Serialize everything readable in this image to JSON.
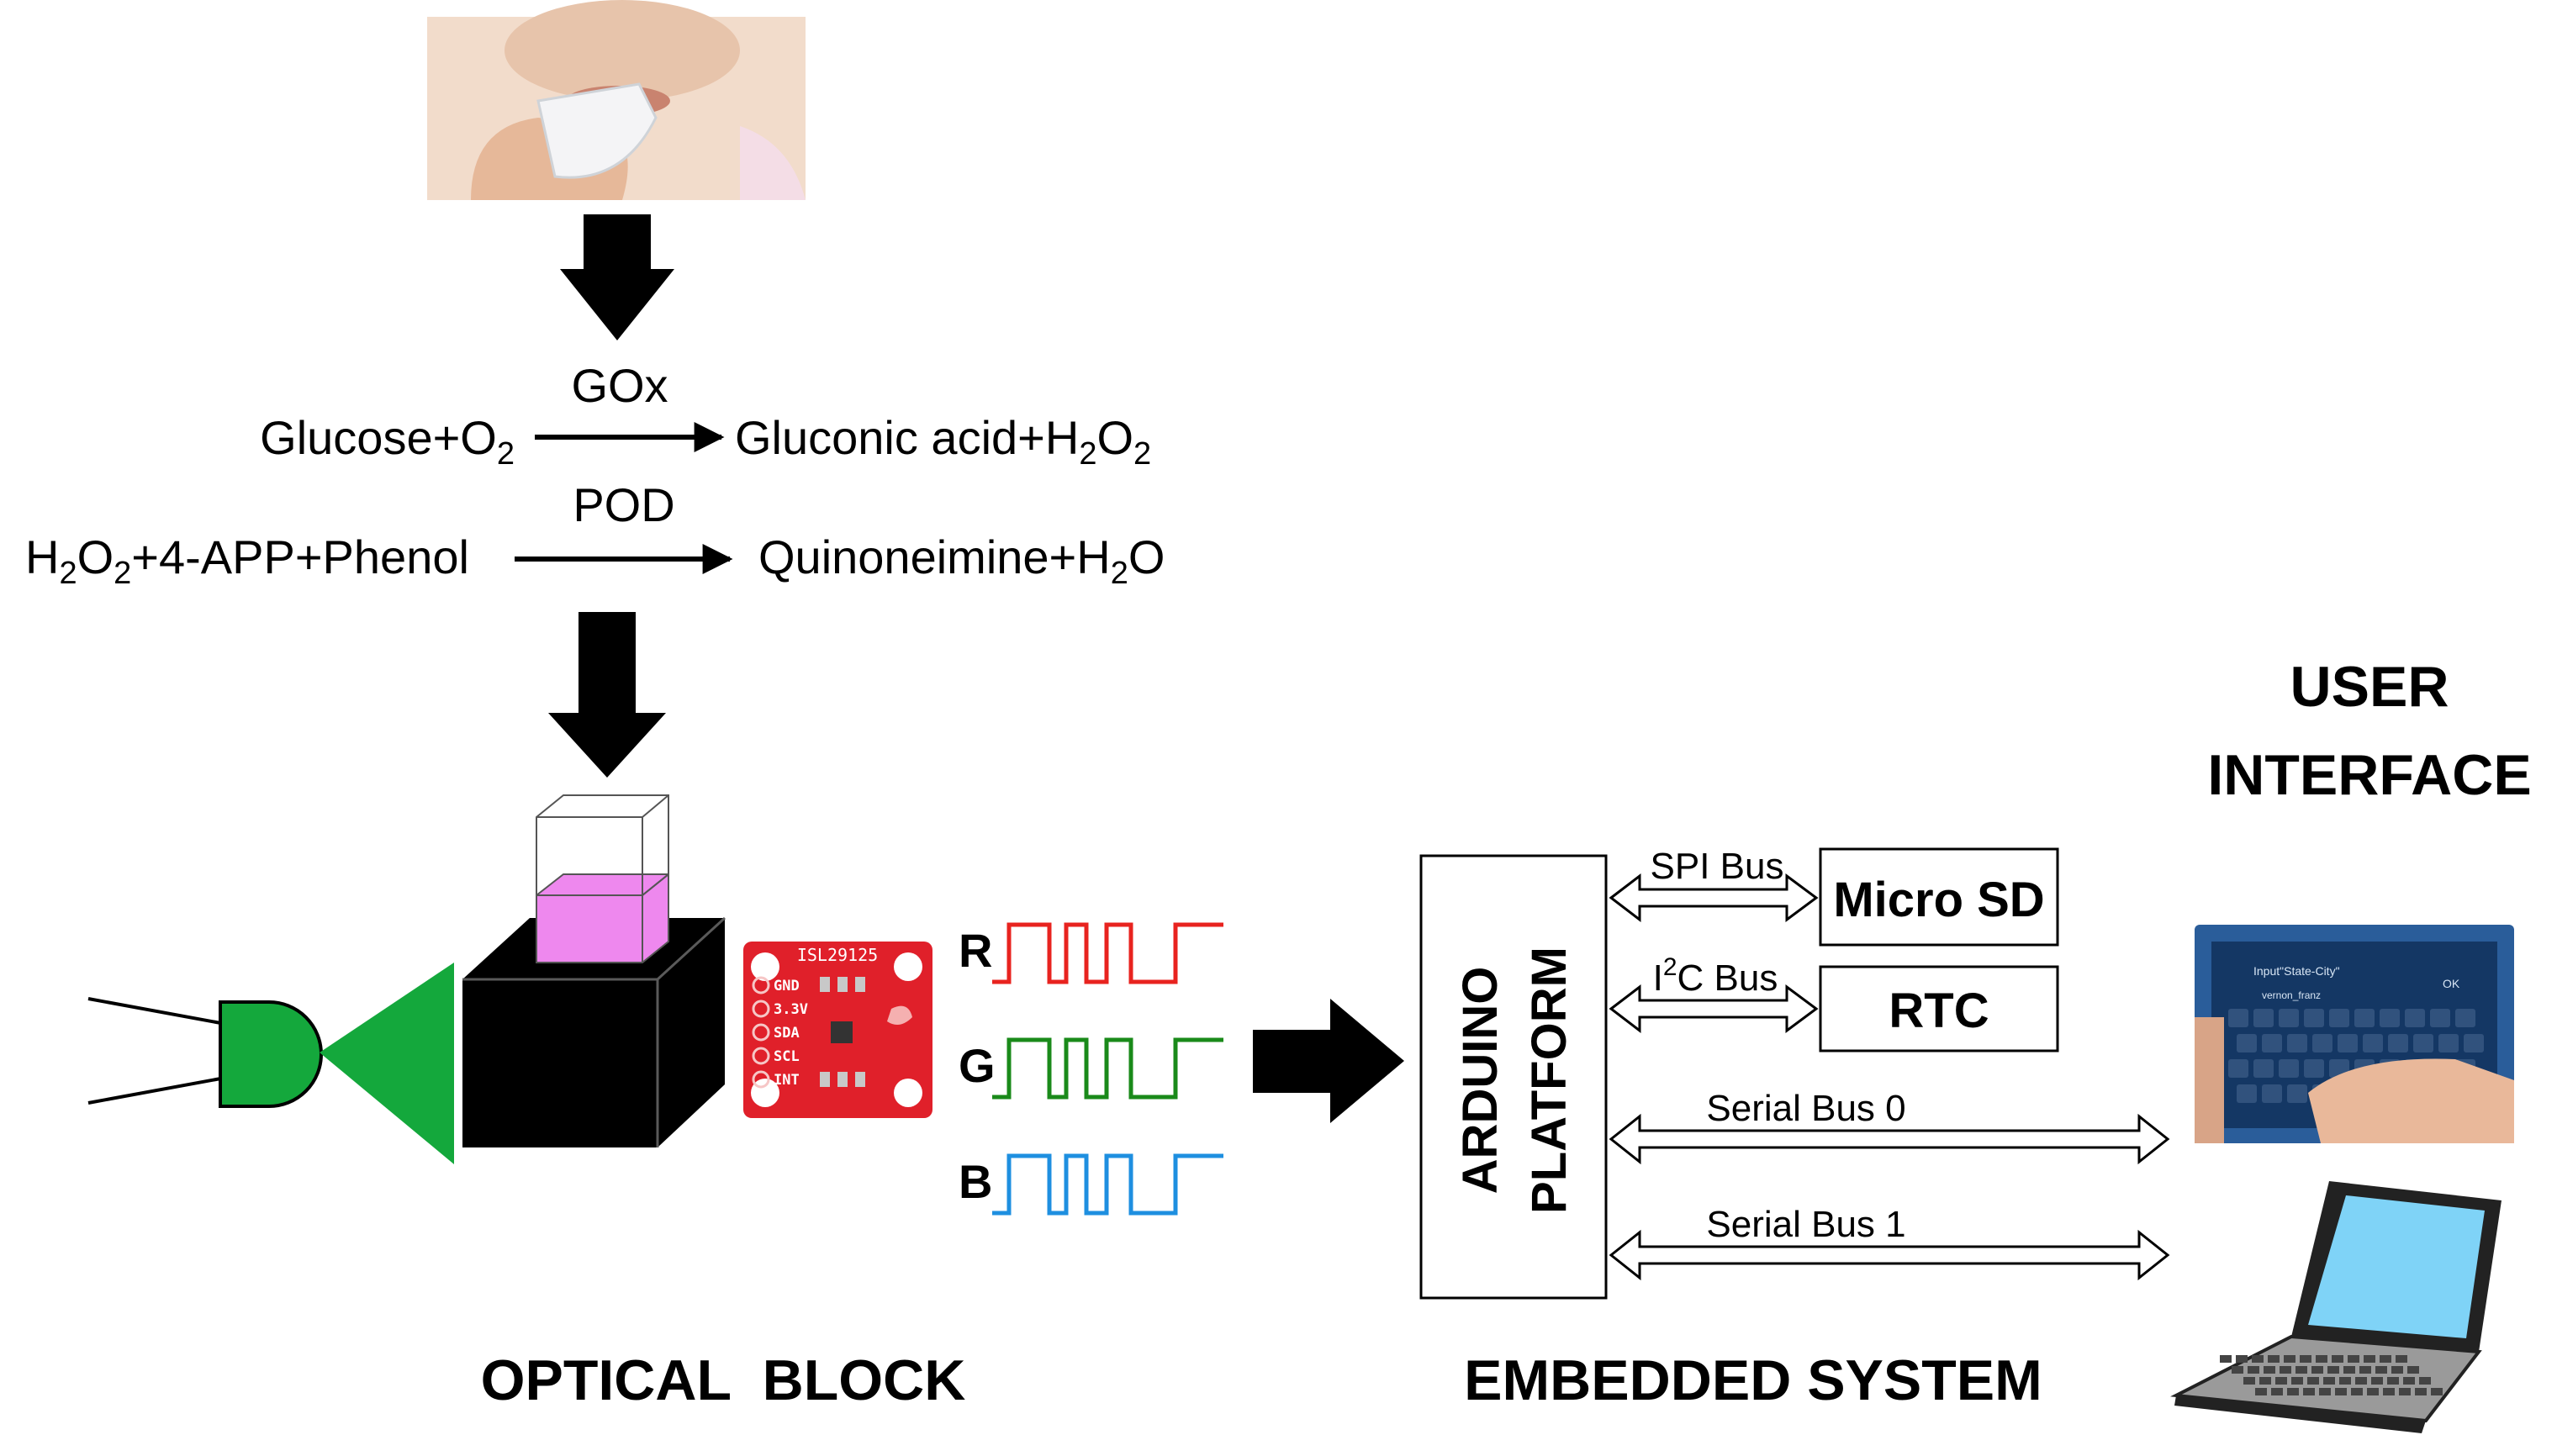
{
  "reactions": {
    "r1": {
      "reactants": "Glucose+O",
      "reactants_sub": "2",
      "enzyme": "GOx",
      "product_a": "Gluconic acid+H",
      "product_a_sub": "2",
      "product_b": "O",
      "product_b_sub": "2"
    },
    "r2": {
      "reactant_a": "H",
      "reactant_a_sub": "2",
      "reactant_b": "O",
      "reactant_b_sub": "2",
      "reactant_c": "+4-APP+Phenol",
      "enzyme": "POD",
      "product_a": "Quinoneimine+H",
      "product_a_sub": "2",
      "product_b": "O"
    }
  },
  "signals": {
    "r": "R",
    "g": "G",
    "b": "B",
    "r_color": "#e8231f",
    "g_color": "#1a8a1a",
    "b_color": "#1e8fe0"
  },
  "sensor": {
    "chip_label": "ISL29125",
    "pins": [
      "GND",
      "3.3V",
      "SDA",
      "SCL",
      "INT"
    ],
    "board_color": "#e0202a"
  },
  "embedded": {
    "platform_line1": "ARDUINO",
    "platform_line2": "PLATFORM",
    "micro_sd": "Micro SD",
    "rtc": "RTC",
    "spi_bus": "SPI Bus",
    "i2c_prefix": "I",
    "i2c_sup": "2",
    "i2c_suffix": "C Bus",
    "serial0": "Serial Bus 0",
    "serial1": "Serial Bus 1"
  },
  "headings": {
    "optical": "OPTICAL  BLOCK",
    "embedded": "EMBEDDED SYSTEM",
    "ui_line1": "USER",
    "ui_line2": "INTERFACE"
  },
  "touchscreen": {
    "prompt": "Input\"State-City\"",
    "ok": "OK",
    "field": "vernon_franz"
  },
  "colors": {
    "led_green": "#14a83c",
    "cuvette_pink": "#ee88ee",
    "laptop_screen": "#7fd3f7"
  }
}
